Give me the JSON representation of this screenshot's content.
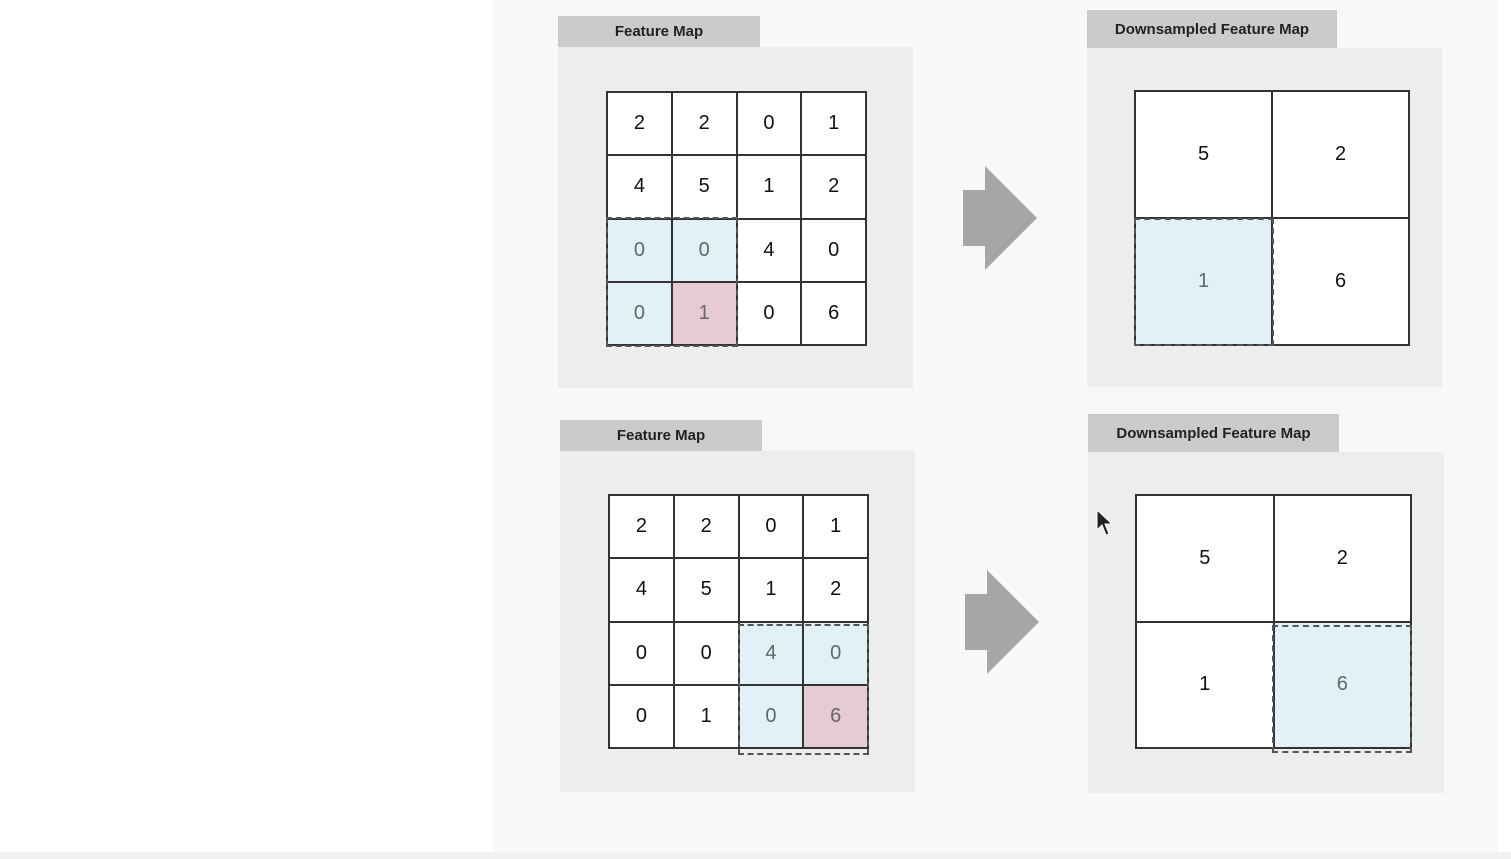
{
  "colors": {
    "slide_bg": "#f7f8f8",
    "panel_bg": "#eceeee",
    "tab_bg": "#cbcbcb",
    "window_highlight": "#e2f0f8",
    "max_highlight": "#e6cbd2",
    "arrow": "#a6a6a6"
  },
  "examples": [
    {
      "input": {
        "title": "Feature Map",
        "cells": [
          "2",
          "2",
          "0",
          "1",
          "4",
          "5",
          "1",
          "2",
          "0",
          "0",
          "4",
          "0",
          "0",
          "1",
          "0",
          "6"
        ],
        "window_rows": [
          2,
          3
        ],
        "window_cols": [
          0,
          1
        ],
        "max_row": 3,
        "max_col": 1
      },
      "output": {
        "title": "Downsampled Feature Map",
        "cells": [
          "5",
          "2",
          "1",
          "6"
        ],
        "active_row": 1,
        "active_col": 0
      },
      "arrow_icon": "right-arrow-icon"
    },
    {
      "input": {
        "title": "Feature Map",
        "cells": [
          "2",
          "2",
          "0",
          "1",
          "4",
          "5",
          "1",
          "2",
          "0",
          "0",
          "4",
          "0",
          "0",
          "1",
          "0",
          "6"
        ],
        "window_rows": [
          2,
          3
        ],
        "window_cols": [
          2,
          3
        ],
        "max_row": 3,
        "max_col": 3
      },
      "output": {
        "title": "Downsampled Feature Map",
        "cells": [
          "5",
          "2",
          "1",
          "6"
        ],
        "active_row": 1,
        "active_col": 1
      },
      "arrow_icon": "right-arrow-icon"
    }
  ],
  "cursor_icon": "mouse-pointer-icon"
}
